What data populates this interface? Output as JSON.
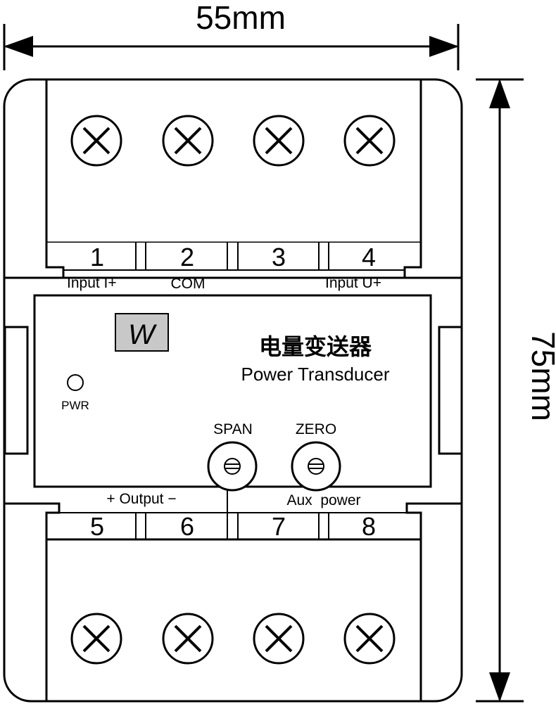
{
  "dimensions": {
    "width_label": "55mm",
    "height_label": "75mm"
  },
  "top_terminals": [
    {
      "number": "1"
    },
    {
      "number": "2"
    },
    {
      "number": "3"
    },
    {
      "number": "4"
    }
  ],
  "bottom_terminals": [
    {
      "number": "5"
    },
    {
      "number": "6"
    },
    {
      "number": "7"
    },
    {
      "number": "8"
    }
  ],
  "top_labels": {
    "input_i": "Input I+",
    "com": "COM",
    "input_u": "Input U+"
  },
  "bottom_labels": {
    "output": "+ Output −",
    "aux": "Aux  power"
  },
  "panel": {
    "logo": "W",
    "title_cn": "电量变送器",
    "title_en": "Power Transducer",
    "pwr_label": "PWR",
    "span_label": "SPAN",
    "zero_label": "ZERO"
  },
  "colors": {
    "logo_bg": "#c8c8c8",
    "line": "#000000",
    "background": "#ffffff"
  }
}
